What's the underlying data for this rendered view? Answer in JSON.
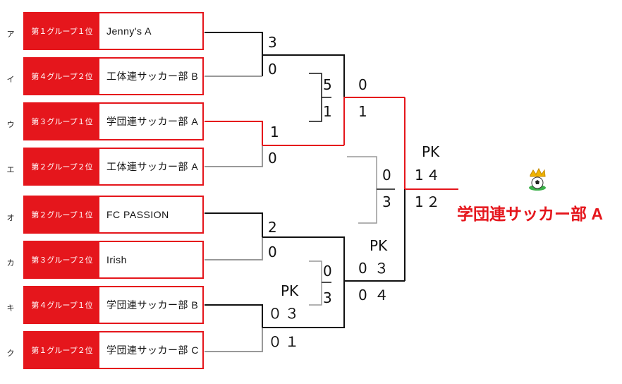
{
  "colors": {
    "accent": "#e5161c",
    "line_black": "#111111",
    "line_gray": "#999999",
    "winner_line": "#e5161c"
  },
  "teams": [
    {
      "label": "ア",
      "group": "第１グループ１位",
      "name": "Jenny's A"
    },
    {
      "label": "イ",
      "group": "第４グループ２位",
      "name": "工体連サッカー部 B"
    },
    {
      "label": "ウ",
      "group": "第３グループ１位",
      "name": "学団連サッカー部 A"
    },
    {
      "label": "エ",
      "group": "第２グループ２位",
      "name": "工体連サッカー部 A"
    },
    {
      "label": "オ",
      "group": "第２グループ１位",
      "name": "FC PASSION"
    },
    {
      "label": "カ",
      "group": "第３グループ２位",
      "name": "Irish"
    },
    {
      "label": "キ",
      "group": "第４グループ１位",
      "name": "学団連サッカー部 B"
    },
    {
      "label": "ク",
      "group": "第１グループ２位",
      "name": "学団連サッカー部 C"
    }
  ],
  "round1": [
    {
      "top": "3",
      "bottom": "0"
    },
    {
      "top": "1",
      "bottom": "0"
    },
    {
      "top": "2",
      "bottom": "0"
    },
    {
      "top": "０",
      "top_pk": "３",
      "bottom": "０",
      "bottom_pk": "１",
      "pk_label": "PK"
    }
  ],
  "round2": [
    {
      "top": "5",
      "bottom": "1"
    },
    {
      "top": "0",
      "bottom": "3"
    }
  ],
  "semis": [
    {
      "top": "0",
      "bottom": "1"
    },
    {
      "top": "0",
      "top_pk": "３",
      "bottom": "0",
      "bottom_pk": "４",
      "pk_label": "PK"
    }
  ],
  "final": {
    "top": "1",
    "top_pk": "４",
    "bottom": "1",
    "bottom_pk": "２",
    "pk_label": "PK"
  },
  "middle_pair": {
    "top": "0",
    "bottom": "3"
  },
  "champion": {
    "name": "学団連サッカー部 A",
    "icon": "soccer-ball-crown-icon"
  }
}
